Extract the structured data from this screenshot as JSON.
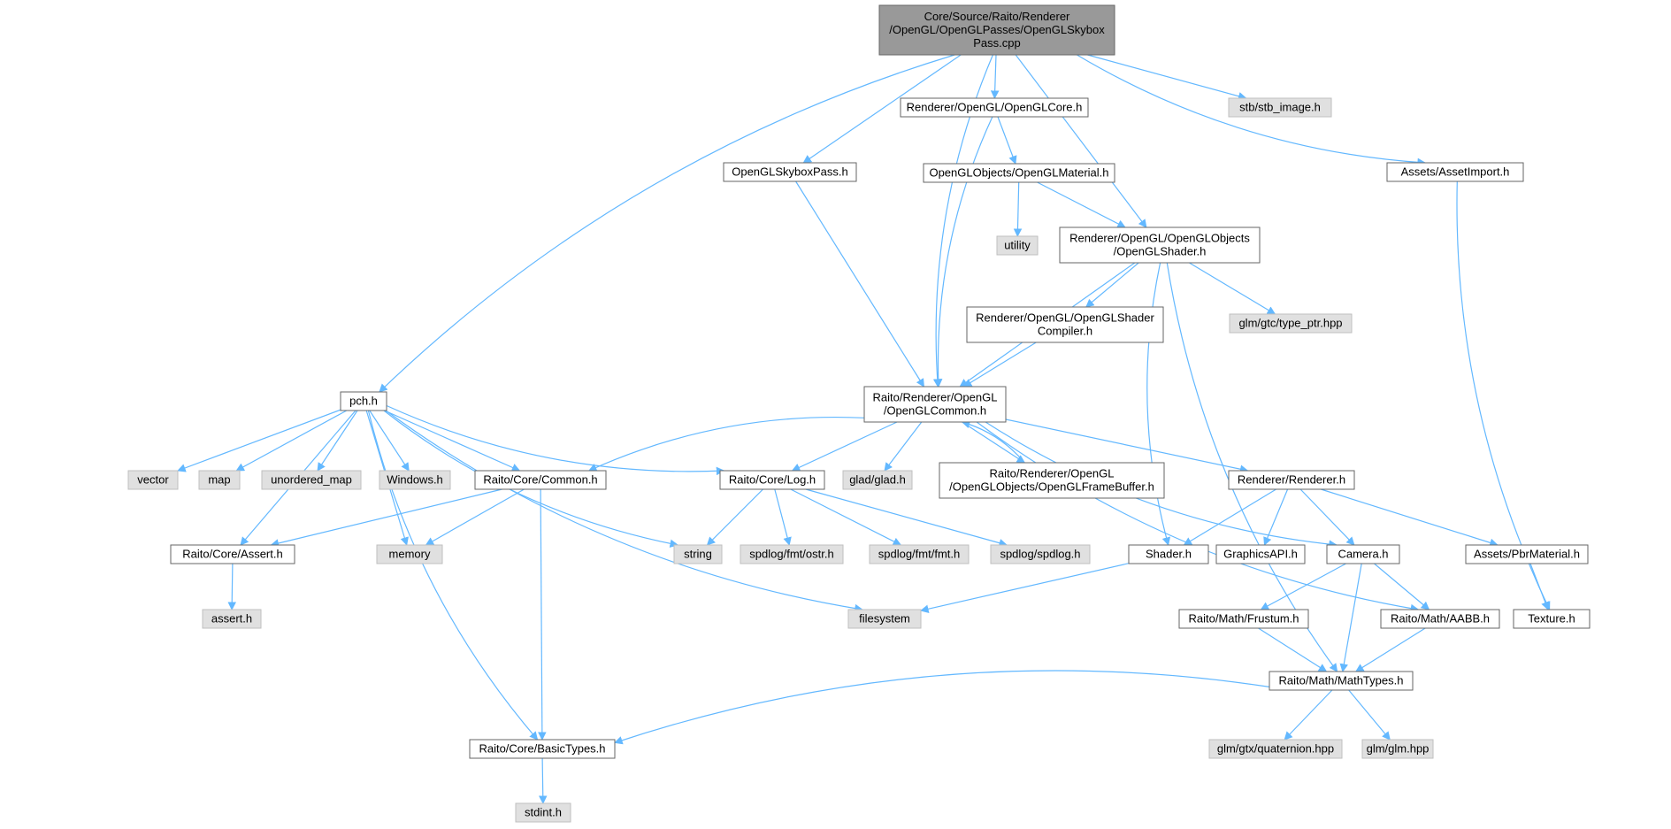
{
  "graph": {
    "title": "",
    "colors": {
      "edge": "#63b8ff",
      "root_fill": "#999999",
      "root_border": "#666666",
      "file_fill": "#ffffff",
      "file_border": "#666666",
      "external_fill": "#e0e0e0",
      "external_border": "#bfbfbf",
      "text": "#000000"
    },
    "nodes": [
      {
        "id": "root",
        "lines": [
          "Core/Source/Raito/Renderer",
          "/OpenGL/OpenGLPasses/OpenGLSkybox",
          "Pass.cpp"
        ],
        "kind": "root"
      },
      {
        "id": "pch",
        "lines": [
          "pch.h"
        ],
        "kind": "file"
      },
      {
        "id": "common_gl",
        "lines": [
          "Raito/Renderer/OpenGL",
          "/OpenGLCommon.h"
        ],
        "kind": "file"
      },
      {
        "id": "skyboxpass_h",
        "lines": [
          "OpenGLSkyboxPass.h"
        ],
        "kind": "file"
      },
      {
        "id": "glcore",
        "lines": [
          "Renderer/OpenGL/OpenGLCore.h"
        ],
        "kind": "file"
      },
      {
        "id": "glmaterial",
        "lines": [
          "OpenGLObjects/OpenGLMaterial.h"
        ],
        "kind": "file"
      },
      {
        "id": "glshader",
        "lines": [
          "Renderer/OpenGL/OpenGLObjects",
          "/OpenGLShader.h"
        ],
        "kind": "file"
      },
      {
        "id": "stb",
        "lines": [
          "stb/stb_image.h"
        ],
        "kind": "external"
      },
      {
        "id": "assetimport",
        "lines": [
          "Assets/AssetImport.h"
        ],
        "kind": "file"
      },
      {
        "id": "utility",
        "lines": [
          "utility"
        ],
        "kind": "external"
      },
      {
        "id": "shadercompiler",
        "lines": [
          "Renderer/OpenGL/OpenGLShader",
          "Compiler.h"
        ],
        "kind": "file"
      },
      {
        "id": "typeptr",
        "lines": [
          "glm/gtc/type_ptr.hpp"
        ],
        "kind": "external"
      },
      {
        "id": "vector",
        "lines": [
          "vector"
        ],
        "kind": "external"
      },
      {
        "id": "map",
        "lines": [
          "map"
        ],
        "kind": "external"
      },
      {
        "id": "unordered_map",
        "lines": [
          "unordered_map"
        ],
        "kind": "external"
      },
      {
        "id": "windows",
        "lines": [
          "Windows.h"
        ],
        "kind": "external"
      },
      {
        "id": "corecommon",
        "lines": [
          "Raito/Core/Common.h"
        ],
        "kind": "file"
      },
      {
        "id": "corelog",
        "lines": [
          "Raito/Core/Log.h"
        ],
        "kind": "file"
      },
      {
        "id": "glad",
        "lines": [
          "glad/glad.h"
        ],
        "kind": "external"
      },
      {
        "id": "framebuffer",
        "lines": [
          "Raito/Renderer/OpenGL",
          "/OpenGLObjects/OpenGLFrameBuffer.h"
        ],
        "kind": "file"
      },
      {
        "id": "renderer",
        "lines": [
          "Renderer/Renderer.h"
        ],
        "kind": "file"
      },
      {
        "id": "coreassert",
        "lines": [
          "Raito/Core/Assert.h"
        ],
        "kind": "file"
      },
      {
        "id": "memory",
        "lines": [
          "memory"
        ],
        "kind": "external"
      },
      {
        "id": "string",
        "lines": [
          "string"
        ],
        "kind": "external"
      },
      {
        "id": "ostr",
        "lines": [
          "spdlog/fmt/ostr.h"
        ],
        "kind": "external"
      },
      {
        "id": "fmt",
        "lines": [
          "spdlog/fmt/fmt.h"
        ],
        "kind": "external"
      },
      {
        "id": "spdlog",
        "lines": [
          "spdlog/spdlog.h"
        ],
        "kind": "external"
      },
      {
        "id": "shader",
        "lines": [
          "Shader.h"
        ],
        "kind": "file"
      },
      {
        "id": "graphicsapi",
        "lines": [
          "GraphicsAPI.h"
        ],
        "kind": "file"
      },
      {
        "id": "camera",
        "lines": [
          "Camera.h"
        ],
        "kind": "file"
      },
      {
        "id": "pbrmaterial",
        "lines": [
          "Assets/PbrMaterial.h"
        ],
        "kind": "file"
      },
      {
        "id": "assert_std",
        "lines": [
          "assert.h"
        ],
        "kind": "external"
      },
      {
        "id": "filesystem",
        "lines": [
          "filesystem"
        ],
        "kind": "external"
      },
      {
        "id": "frustum",
        "lines": [
          "Raito/Math/Frustum.h"
        ],
        "kind": "file"
      },
      {
        "id": "aabb",
        "lines": [
          "Raito/Math/AABB.h"
        ],
        "kind": "file"
      },
      {
        "id": "texture",
        "lines": [
          "Texture.h"
        ],
        "kind": "file"
      },
      {
        "id": "mathtypes",
        "lines": [
          "Raito/Math/MathTypes.h"
        ],
        "kind": "file"
      },
      {
        "id": "basictypes",
        "lines": [
          "Raito/Core/BasicTypes.h"
        ],
        "kind": "file"
      },
      {
        "id": "quaternion",
        "lines": [
          "glm/gtx/quaternion.hpp"
        ],
        "kind": "external"
      },
      {
        "id": "glmhpp",
        "lines": [
          "glm/glm.hpp"
        ],
        "kind": "external"
      },
      {
        "id": "stdint",
        "lines": [
          "stdint.h"
        ],
        "kind": "external"
      }
    ],
    "edges": [
      {
        "from": "root",
        "to": "pch"
      },
      {
        "from": "root",
        "to": "common_gl"
      },
      {
        "from": "root",
        "to": "skyboxpass_h"
      },
      {
        "from": "root",
        "to": "glcore"
      },
      {
        "from": "root",
        "to": "glshader"
      },
      {
        "from": "root",
        "to": "stb"
      },
      {
        "from": "root",
        "to": "assetimport"
      },
      {
        "from": "skyboxpass_h",
        "to": "common_gl"
      },
      {
        "from": "glcore",
        "to": "common_gl"
      },
      {
        "from": "glcore",
        "to": "glmaterial"
      },
      {
        "from": "glmaterial",
        "to": "utility"
      },
      {
        "from": "glmaterial",
        "to": "glshader"
      },
      {
        "from": "glshader",
        "to": "common_gl"
      },
      {
        "from": "glshader",
        "to": "shadercompiler"
      },
      {
        "from": "glshader",
        "to": "typeptr"
      },
      {
        "from": "glshader",
        "to": "shader"
      },
      {
        "from": "glshader",
        "to": "mathtypes"
      },
      {
        "from": "shadercompiler",
        "to": "common_gl"
      },
      {
        "from": "assetimport",
        "to": "texture"
      },
      {
        "from": "pch",
        "to": "vector"
      },
      {
        "from": "pch",
        "to": "map"
      },
      {
        "from": "pch",
        "to": "unordered_map"
      },
      {
        "from": "pch",
        "to": "windows"
      },
      {
        "from": "pch",
        "to": "corecommon"
      },
      {
        "from": "pch",
        "to": "corelog"
      },
      {
        "from": "pch",
        "to": "coreassert"
      },
      {
        "from": "pch",
        "to": "memory"
      },
      {
        "from": "pch",
        "to": "string"
      },
      {
        "from": "pch",
        "to": "filesystem"
      },
      {
        "from": "pch",
        "to": "basictypes"
      },
      {
        "from": "common_gl",
        "to": "corecommon"
      },
      {
        "from": "common_gl",
        "to": "corelog"
      },
      {
        "from": "common_gl",
        "to": "glad"
      },
      {
        "from": "common_gl",
        "to": "framebuffer"
      },
      {
        "from": "common_gl",
        "to": "renderer"
      },
      {
        "from": "common_gl",
        "to": "camera"
      },
      {
        "from": "common_gl",
        "to": "aabb"
      },
      {
        "from": "framebuffer",
        "to": "common_gl"
      },
      {
        "from": "corecommon",
        "to": "coreassert"
      },
      {
        "from": "corecommon",
        "to": "memory"
      },
      {
        "from": "corecommon",
        "to": "basictypes"
      },
      {
        "from": "corelog",
        "to": "string"
      },
      {
        "from": "corelog",
        "to": "ostr"
      },
      {
        "from": "corelog",
        "to": "fmt"
      },
      {
        "from": "corelog",
        "to": "spdlog"
      },
      {
        "from": "renderer",
        "to": "shader"
      },
      {
        "from": "renderer",
        "to": "graphicsapi"
      },
      {
        "from": "renderer",
        "to": "camera"
      },
      {
        "from": "renderer",
        "to": "pbrmaterial"
      },
      {
        "from": "coreassert",
        "to": "assert_std"
      },
      {
        "from": "shader",
        "to": "filesystem"
      },
      {
        "from": "camera",
        "to": "frustum"
      },
      {
        "from": "camera",
        "to": "aabb"
      },
      {
        "from": "camera",
        "to": "mathtypes"
      },
      {
        "from": "pbrmaterial",
        "to": "texture"
      },
      {
        "from": "frustum",
        "to": "mathtypes"
      },
      {
        "from": "aabb",
        "to": "mathtypes"
      },
      {
        "from": "mathtypes",
        "to": "basictypes"
      },
      {
        "from": "mathtypes",
        "to": "quaternion"
      },
      {
        "from": "mathtypes",
        "to": "glmhpp"
      },
      {
        "from": "basictypes",
        "to": "stdint"
      }
    ]
  }
}
